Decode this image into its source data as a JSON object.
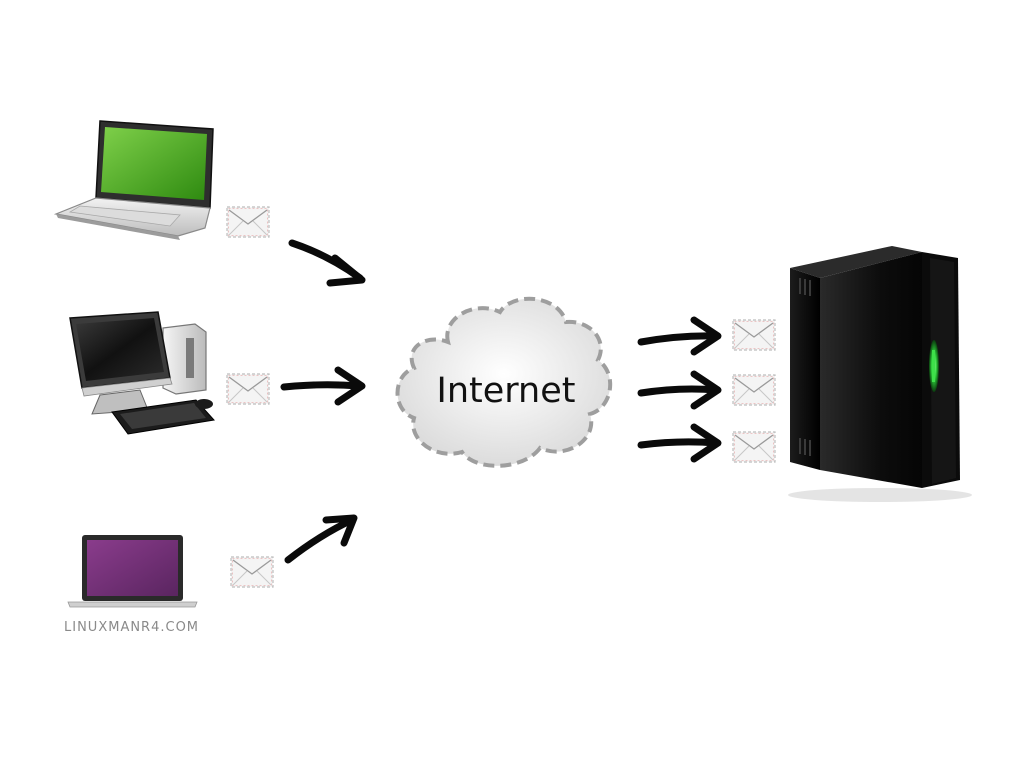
{
  "cloud": {
    "label": "Internet",
    "border_color": "#9e9e9e"
  },
  "credit": {
    "text": "LINUXMANR4.COM"
  },
  "clients": [
    {
      "name": "netbook",
      "screen_color": "#3f9f1f"
    },
    {
      "name": "desktop",
      "screen_color": "#1e1e1e"
    },
    {
      "name": "macbook",
      "screen_color": "#6f2f72"
    }
  ],
  "server": {
    "body_color": "#101010",
    "status_light_color": "#3ee04a"
  },
  "arrow_color": "#0a0a0a",
  "envelope_color": "#f4f4f4"
}
